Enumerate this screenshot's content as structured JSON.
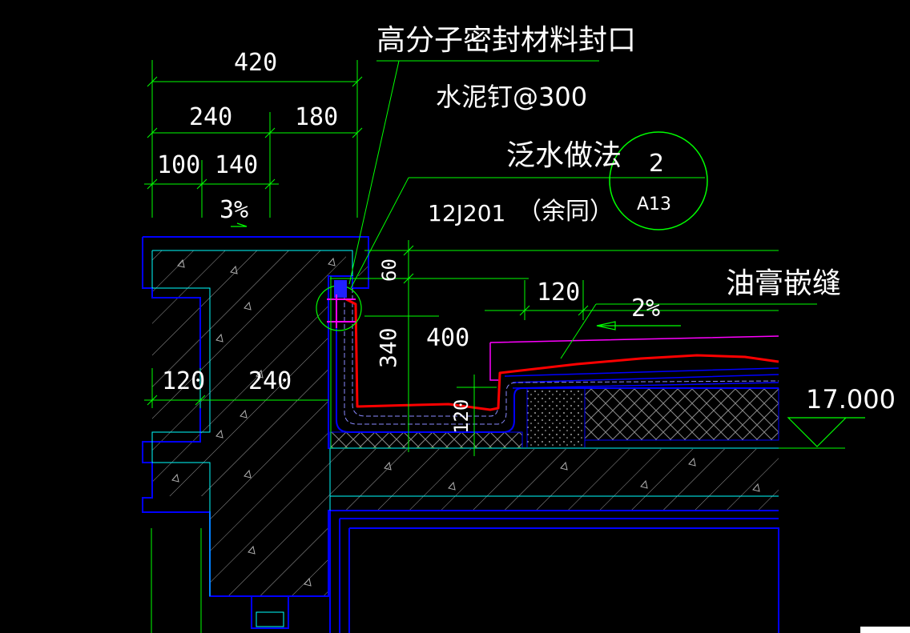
{
  "annotations": {
    "sealant_note": "高分子密封材料封口",
    "nail_note": "水泥钉@300",
    "flashing_note": "泛水做法",
    "standard_ref": "12J201",
    "same_note": "（余同）",
    "caulk_note": "油膏嵌缝"
  },
  "detail_ref": {
    "number": "2",
    "sheet": "A13"
  },
  "dimensions": {
    "top_total": "420",
    "top_left": "240",
    "top_right": "180",
    "sub_left": "100",
    "sub_right": "140",
    "parapet_slope": "3%",
    "flash_top": "60",
    "flash_height": "340",
    "flash_total": "400",
    "gutter_width": "120",
    "roof_slope": "2%",
    "gutter_depth": "120",
    "wall_outer": "120",
    "wall_inner": "240"
  },
  "elevation": "17.000",
  "colors": {
    "concrete_outline": "#0000ff",
    "leader": "#00ff00",
    "membrane": "#ff0000",
    "inner_line": "#00ffff",
    "finish_line": "#ff00ff",
    "text": "#ffffff"
  }
}
